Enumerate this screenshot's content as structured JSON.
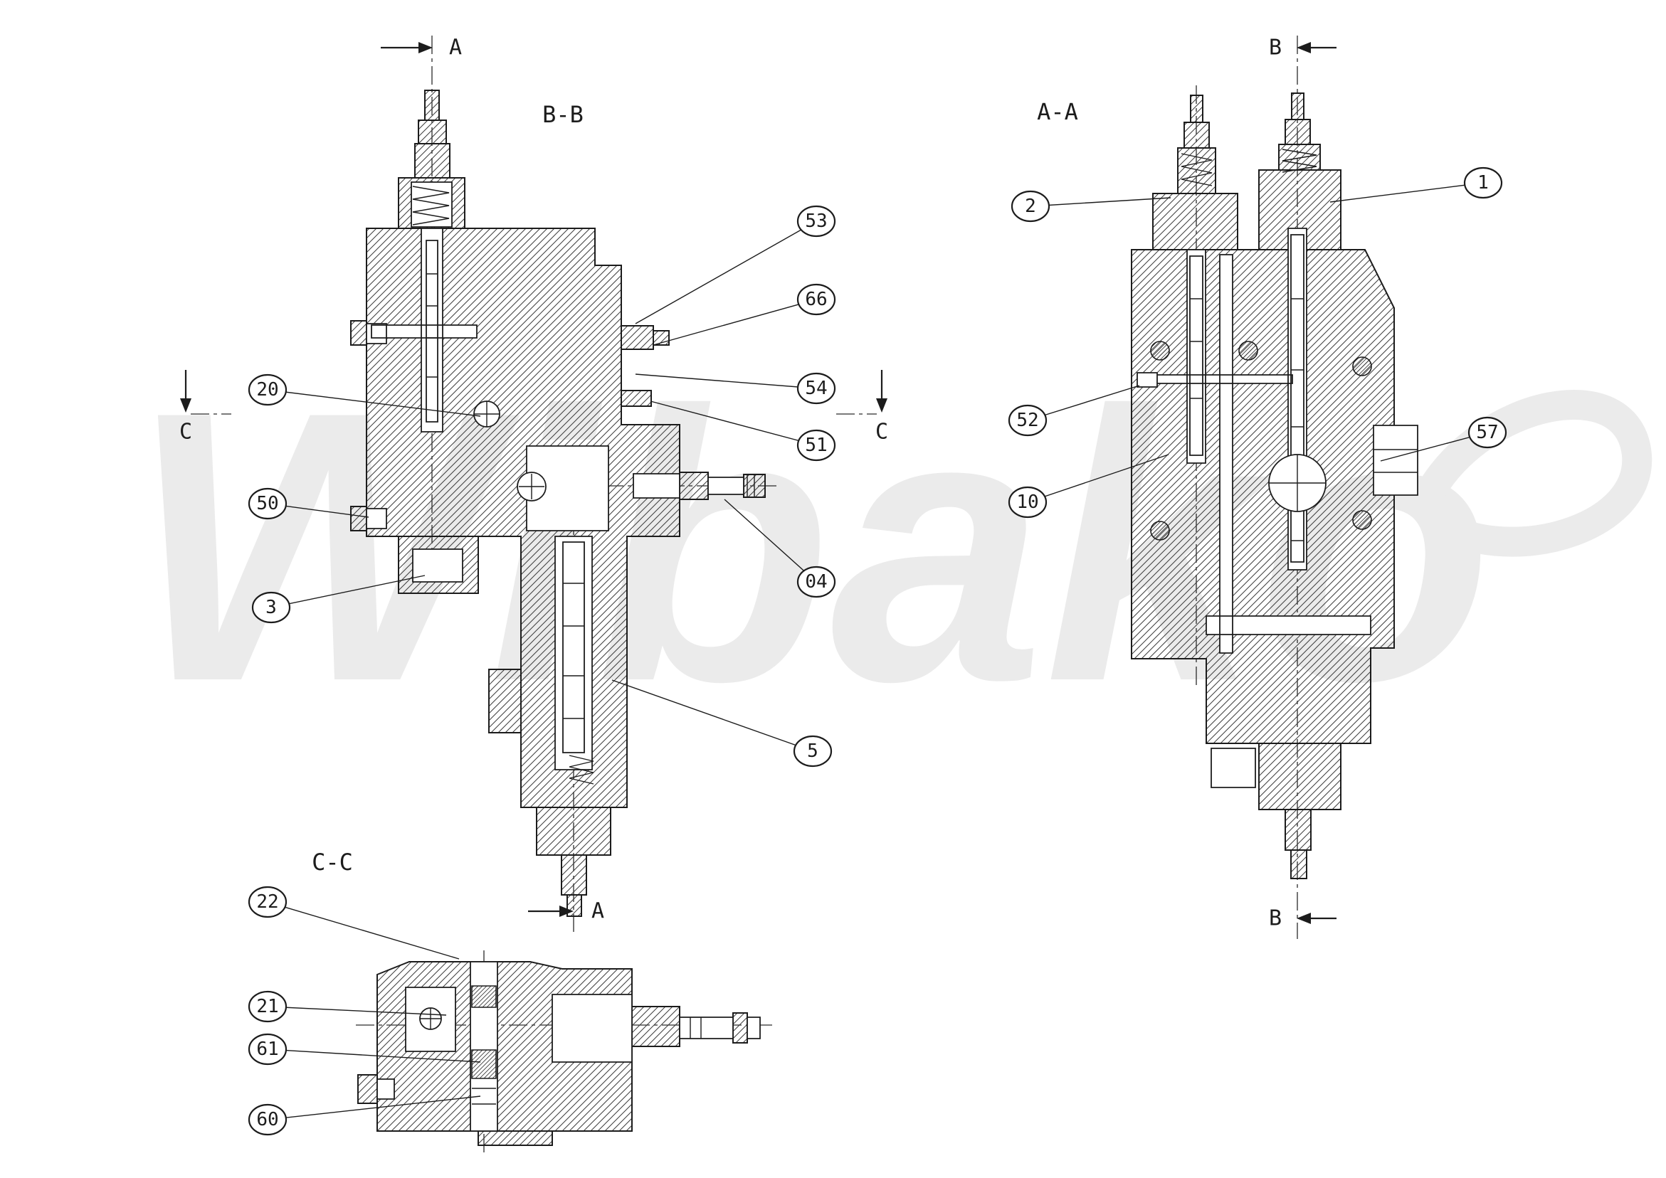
{
  "page": {
    "watermark_text": "Wibako",
    "background_color": "#ffffff",
    "line_color": "#1c1c1c",
    "watermark_color": "#ebebeb"
  },
  "sections": {
    "bb": "B-B",
    "aa": "A-A",
    "cc": "C-C"
  },
  "planes": {
    "a": "A",
    "b": "B",
    "c": "C"
  },
  "callouts": {
    "bb": [
      "53",
      "66",
      "54",
      "51",
      "04",
      "5",
      "20",
      "50",
      "3"
    ],
    "aa": [
      "2",
      "1",
      "52",
      "10",
      "57"
    ],
    "cc": [
      "22",
      "21",
      "61",
      "60"
    ]
  }
}
